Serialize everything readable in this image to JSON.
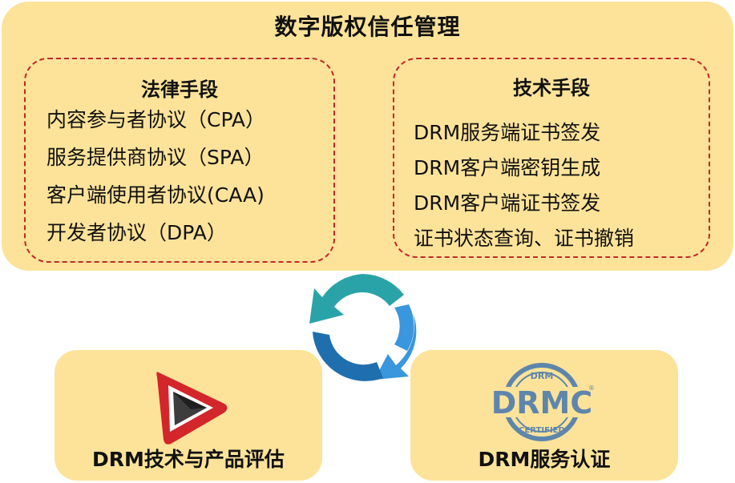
{
  "main": {
    "title": "数字版权信任管理",
    "legal": {
      "heading": "法律手段",
      "items": [
        "内容参与者协议（CPA）",
        "服务提供商协议（SPA）",
        "客户端使用者协议(CAA)",
        "开发者协议（DPA）"
      ]
    },
    "tech": {
      "heading": "技术手段",
      "items": [
        "DRM服务端证书签发",
        "DRM客户端密钥生成",
        "DRM客户端证书签发",
        "证书状态查询、证书撤销"
      ]
    }
  },
  "cycle": {
    "icon": "cycle-arrows-icon",
    "colors": [
      "#2aa3a8",
      "#3a96dd",
      "#1f6fae"
    ]
  },
  "eval_panel": {
    "label": "DRM技术与产品评估",
    "icon": "play-logo-icon"
  },
  "cert_panel": {
    "label": "DRM服务认证",
    "icon": "drmc-certified-badge",
    "badge": {
      "top": "DRM",
      "main": "DRMC",
      "bottom": "CERTIFIED",
      "mark": "®"
    }
  },
  "colors": {
    "panel": "#fde399",
    "dash": "#c0282b",
    "badge": "#5e86ad"
  }
}
